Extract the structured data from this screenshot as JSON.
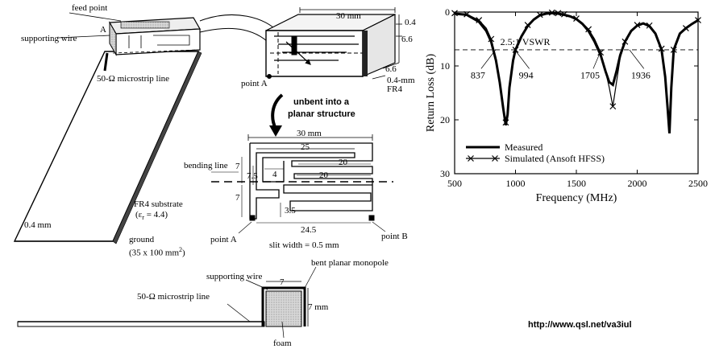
{
  "antenna_3d": {
    "feed_point": "feed point",
    "point_a_top": "A",
    "supporting_wire": "supporting wire",
    "microstrip": "50-Ω microstrip line",
    "substrate": "FR4 substrate",
    "epsilon": "(ε",
    "epsilon_sub": "r",
    "epsilon_tail": " = 4.4)",
    "thickness": "0.4 mm",
    "ground": "ground",
    "ground_size": "(35 x 100 mm",
    "ground_sup": "2",
    "ground_tail": ")"
  },
  "folded_detail": {
    "width": "30 mm",
    "h1": "0.4",
    "h2": "6.6",
    "h3": "6.6",
    "thick": "0.4-mm",
    "fr4": "FR4",
    "point_a": "point A"
  },
  "unbent_caption": [
    "unbent into a",
    "planar structure"
  ],
  "planar": {
    "top_width": "30 mm",
    "d25": "25",
    "d20a": "20",
    "d20b": "20",
    "d4": "4",
    "d7a": "7",
    "d7b": "7",
    "d7_5": "7.5",
    "d3_5": "3.5",
    "d24_5": "24.5",
    "bending_line": "bending line",
    "point_a": "point A",
    "point_b": "point B",
    "slit": "slit width = 0.5 mm"
  },
  "side_view": {
    "supporting_wire": "supporting wire",
    "monopole": "bent planar monopole",
    "microstrip": "50-Ω microstrip line",
    "w7": "7",
    "h7": "7 mm",
    "foam": "foam"
  },
  "url": "http://www.qsl.net/va3iul",
  "chart_data": {
    "type": "line",
    "xlabel": "Frequency (MHz)",
    "ylabel": "Return Loss (dB)",
    "xlim": [
      500,
      2500
    ],
    "ylim": [
      0,
      30
    ],
    "y_inverted": true,
    "xticks": [
      500,
      1000,
      1500,
      2000,
      2500
    ],
    "yticks": [
      0,
      10,
      20,
      30
    ],
    "vswr_line": {
      "y": 7,
      "label": "2.5:1 VSWR"
    },
    "band_edges": [
      {
        "x": 837,
        "label": "837"
      },
      {
        "x": 994,
        "label": "994"
      },
      {
        "x": 1705,
        "label": "1705"
      },
      {
        "x": 1936,
        "label": "1936"
      }
    ],
    "legend_position": "bottom-left",
    "series": [
      {
        "name": "Measured",
        "style": "solid-thick",
        "x": [
          500,
          600,
          700,
          760,
          800,
          840,
          870,
          900,
          920,
          935,
          950,
          980,
          1000,
          1050,
          1100,
          1150,
          1200,
          1250,
          1300,
          1350,
          1400,
          1450,
          1500,
          1550,
          1600,
          1650,
          1700,
          1740,
          1770,
          1800,
          1830,
          1860,
          1900,
          1950,
          2000,
          2050,
          2100,
          2150,
          2200,
          2230,
          2250,
          2265,
          2280,
          2300,
          2350,
          2400,
          2450,
          2500
        ],
        "y": [
          0.3,
          0.5,
          1.8,
          3.5,
          5.5,
          9,
          13,
          18,
          21,
          19,
          14,
          9,
          7,
          4.5,
          2.6,
          1.4,
          0.6,
          0.3,
          0.2,
          0.3,
          0.5,
          0.8,
          1.3,
          2.2,
          3.5,
          5.5,
          8,
          11,
          13,
          13.5,
          11,
          8,
          5.5,
          3.5,
          2.5,
          2.1,
          2.6,
          4,
          7,
          12,
          18,
          22.5,
          14,
          7,
          4,
          3,
          2.2,
          1.5
        ]
      },
      {
        "name": "Simulated (Ansoft HFSS)",
        "style": "thin-cross",
        "x": [
          500,
          600,
          700,
          760,
          800,
          840,
          870,
          900,
          920,
          935,
          950,
          980,
          1000,
          1050,
          1100,
          1150,
          1200,
          1250,
          1300,
          1350,
          1400,
          1450,
          1500,
          1550,
          1600,
          1650,
          1700,
          1740,
          1770,
          1800,
          1830,
          1860,
          1900,
          1950,
          2000,
          2050,
          2100,
          2150,
          2200,
          2230,
          2250,
          2265,
          2280,
          2300,
          2350,
          2400,
          2450,
          2500
        ],
        "y": [
          0.2,
          0.4,
          1.5,
          3,
          5,
          8.5,
          13,
          18.5,
          20.5,
          19,
          14,
          9,
          7,
          4.3,
          2.4,
          1.3,
          0.5,
          0.2,
          0.1,
          0.2,
          0.4,
          0.7,
          1.2,
          2,
          3.2,
          5,
          7.5,
          11,
          14,
          17.5,
          13,
          8.5,
          5.5,
          3.5,
          2.4,
          2,
          2.5,
          3.8,
          6.8,
          12,
          17.5,
          22,
          14,
          7,
          4,
          3,
          2.2,
          1.5
        ],
        "markers_x": [
          500,
          600,
          700,
          800,
          920,
          1000,
          1100,
          1200,
          1300,
          1350,
          1400,
          1500,
          1600,
          1700,
          1800,
          1900,
          2000,
          2100,
          2200,
          2300,
          2400,
          2500
        ]
      }
    ]
  }
}
